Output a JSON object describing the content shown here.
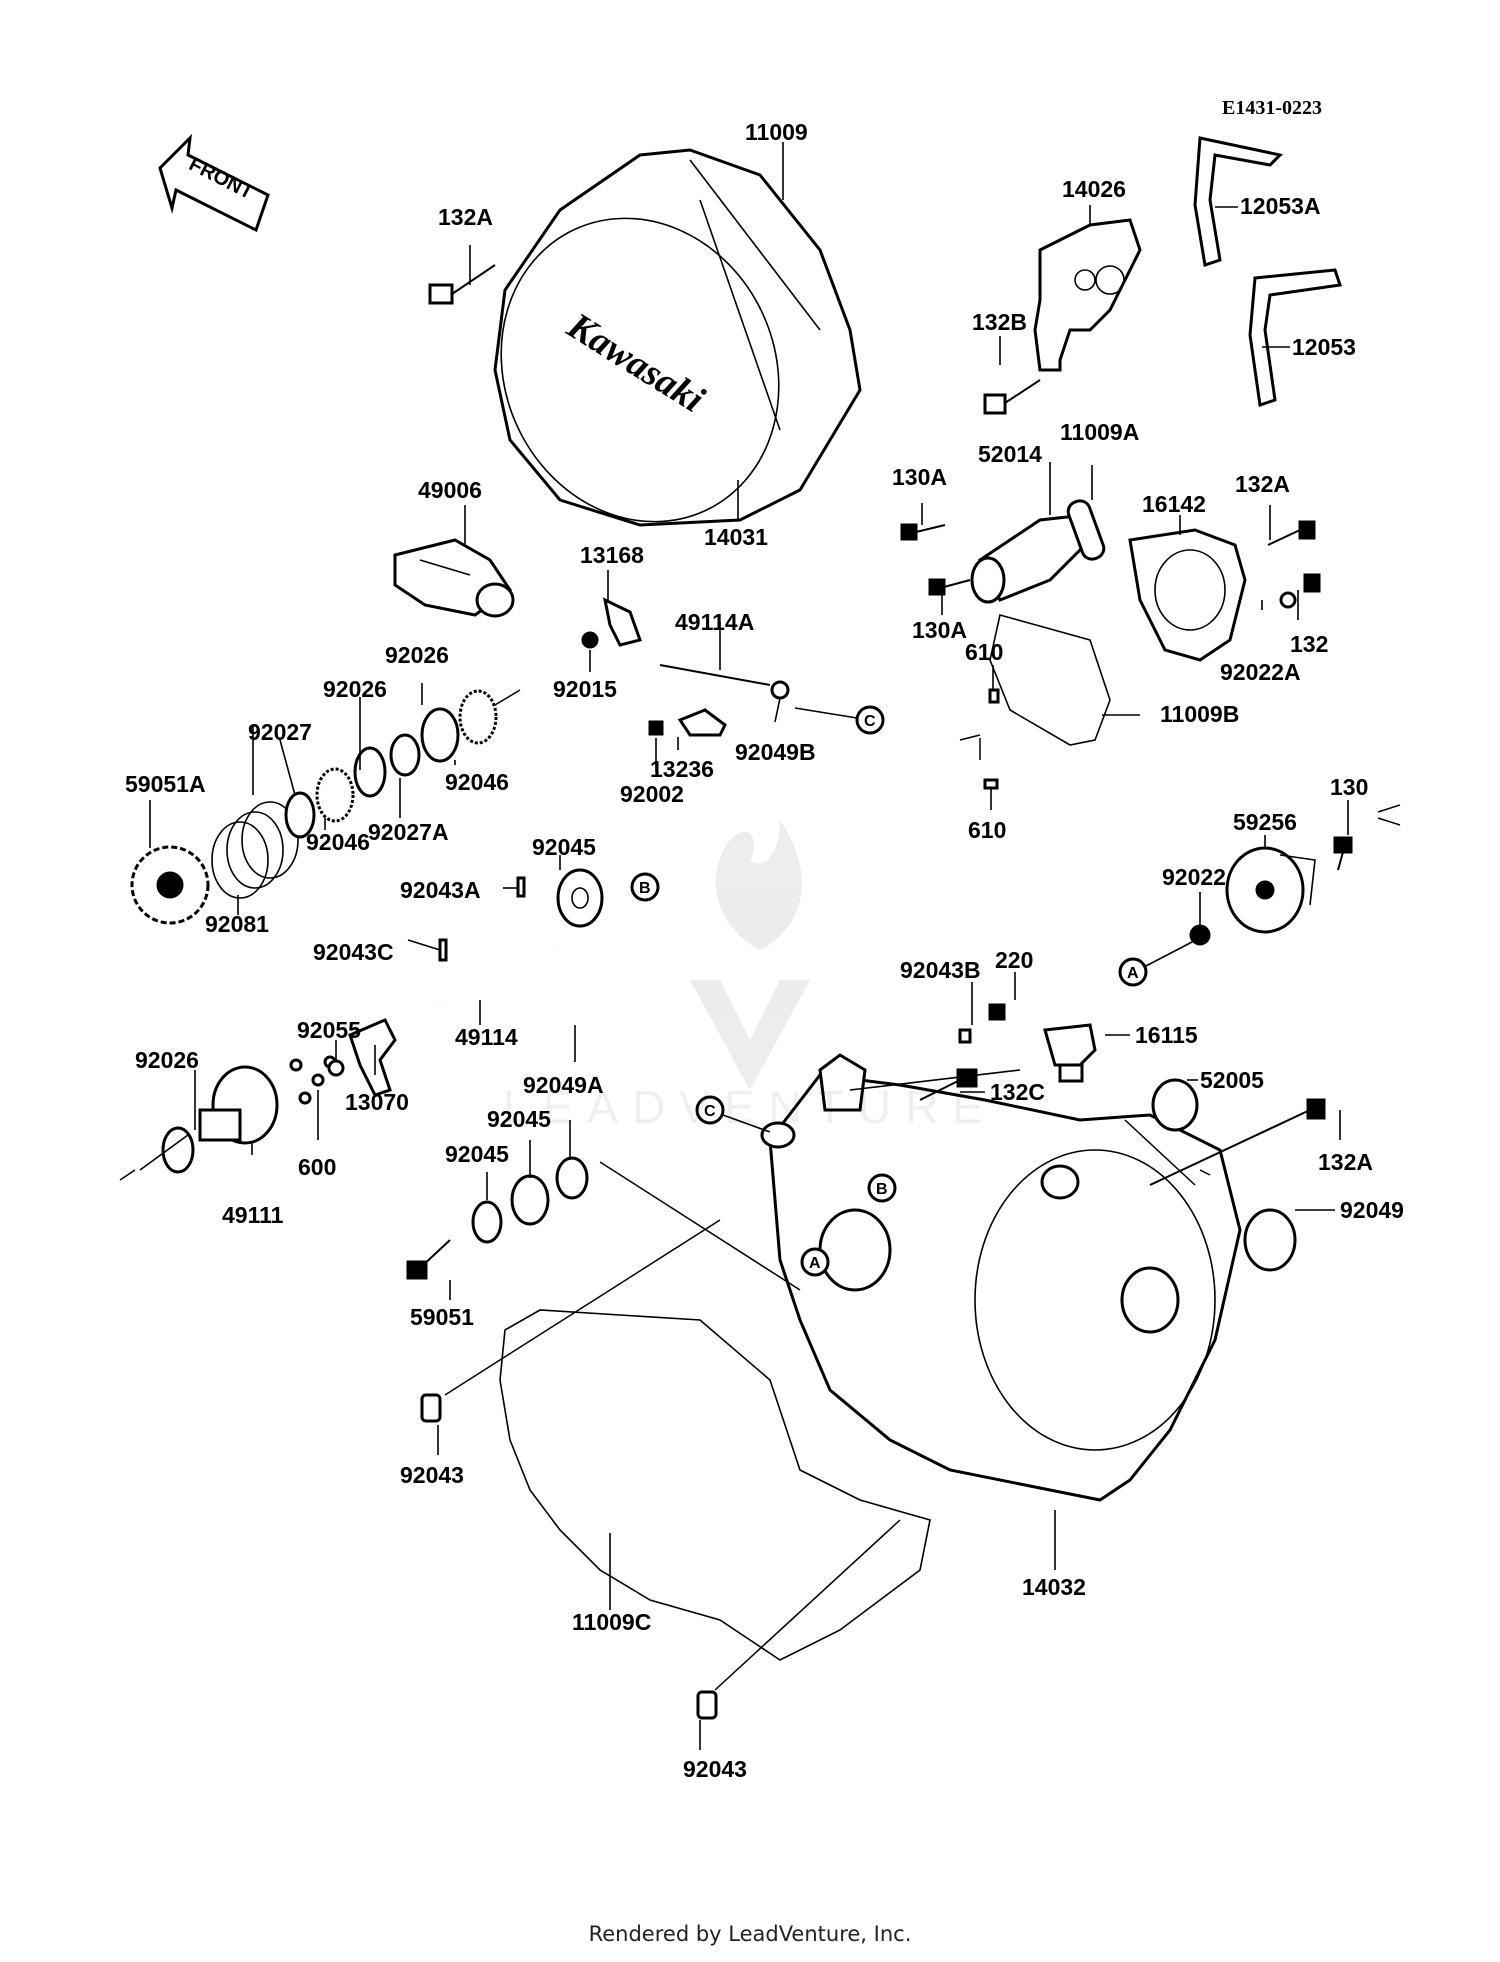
{
  "diagram_code": "E1431-0223",
  "front_label": "FRONT",
  "cover_brand": "Kawasaki",
  "watermark_text": "LEADVENTURE",
  "footer": "Rendered by LeadVenture, Inc.",
  "reference_markers": [
    "A",
    "B",
    "C"
  ],
  "parts": {
    "p11009": "11009",
    "p132A_1": "132A",
    "p14031": "14031",
    "p14026": "14026",
    "p12053A": "12053A",
    "p12053": "12053",
    "p132B": "132B",
    "p11009A": "11009A",
    "p52014": "52014",
    "p130A_1": "130A",
    "p16142": "16142",
    "p132A_2": "132A",
    "p130A_2": "130A",
    "p132": "132",
    "p92022A": "92022A",
    "p610_1": "610",
    "p11009B": "11009B",
    "p610_2": "610",
    "p49006": "49006",
    "p13168": "13168",
    "p49114A": "49114A",
    "p92015": "92015",
    "p92049B": "92049B",
    "p13236": "13236",
    "p92002": "92002",
    "p92026_1": "92026",
    "p92026_2": "92026",
    "p92027": "92027",
    "p92046_1": "92046",
    "p92027A": "92027A",
    "p59051A": "59051A",
    "p92046_2": "92046",
    "p92081": "92081",
    "p92045_1": "92045",
    "p92043A": "92043A",
    "p92043C": "92043C",
    "p49114": "49114",
    "p92055": "92055",
    "p13070": "13070",
    "p600": "600",
    "p92026_3": "92026",
    "p49111": "49111",
    "p130": "130",
    "p59256": "59256",
    "p92022": "92022",
    "p220": "220",
    "p92043B": "92043B",
    "p16115": "16115",
    "p132C": "132C",
    "p52005": "52005",
    "p132A_3": "132A",
    "p92049": "92049",
    "p92049A": "92049A",
    "p92045_2": "92045",
    "p92045_3": "92045",
    "p59051": "59051",
    "p92043_1": "92043",
    "p11009C": "11009C",
    "p14032": "14032",
    "p92043_2": "92043"
  }
}
